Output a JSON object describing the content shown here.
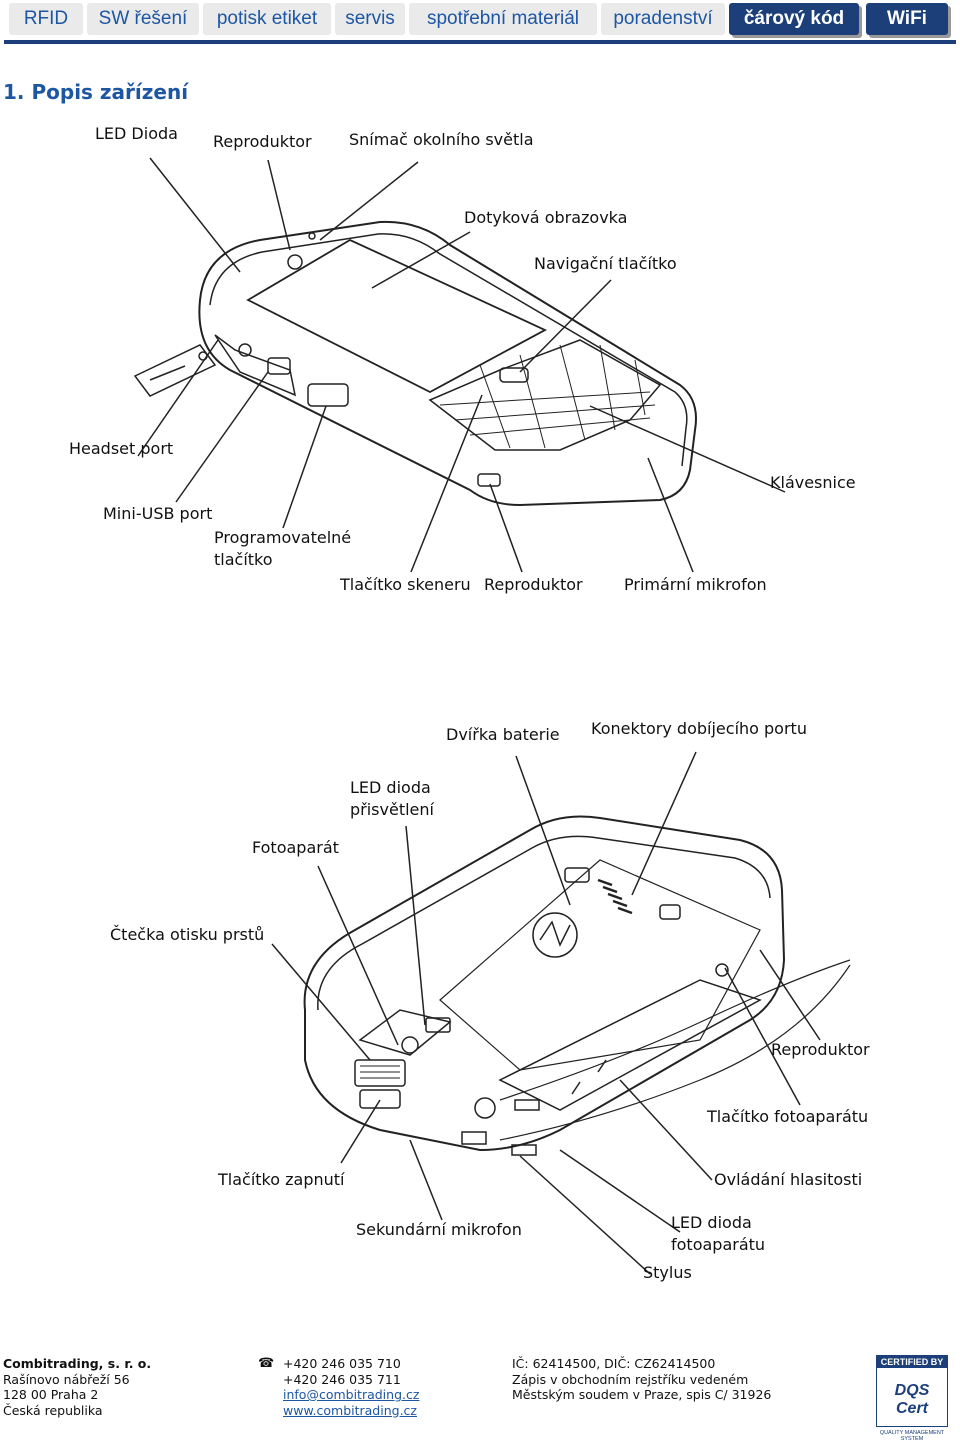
{
  "nav": {
    "tabs": [
      "RFID",
      "SW řešení",
      "potisk etiket",
      "servis",
      "spotřební materiál",
      "poradenství",
      "čárový kód",
      "WiFi"
    ]
  },
  "section_title": "1. Popis zařízení",
  "front_labels": {
    "led_dioda": "LED Dioda",
    "reproduktor_top": "Reproduktor",
    "snimac": "Snímač okolního světla",
    "dotykova": "Dotyková obrazovka",
    "navigacni": "Navigační tlačítko",
    "headset": "Headset port",
    "miniusb": "Mini-USB port",
    "prog_1": "Programovatelné",
    "prog_2": "tlačítko",
    "klavesnice": "Klávesnice",
    "skener": "Tlačítko skeneru",
    "reproduktor_bottom": "Reproduktor",
    "mikrofon": "Primární mikrofon"
  },
  "back_labels": {
    "dvirka": "Dvířka baterie",
    "konektory": "Konektory dobíjecího portu",
    "led_prisv_1": "LED dioda",
    "led_prisv_2": "přisvětlení",
    "fotoaparat": "Fotoaparát",
    "ctecka": "Čtečka otisku prstů",
    "reproduktor": "Reproduktor",
    "tl_foto": "Tlačítko fotoaparátu",
    "tl_zapnuti": "Tlačítko zapnutí",
    "hlasitost": "Ovládání hlasitosti",
    "sek_mikrofon": "Sekundární mikrofon",
    "led_foto_1": "LED dioda",
    "led_foto_2": "fotoaparátu",
    "stylus": "Stylus"
  },
  "footer": {
    "col1": [
      "Combitrading, s. r. o.",
      "Rašínovo nábřeží 56",
      "128 00 Praha 2",
      "Česká republika"
    ],
    "col2": [
      "+420 246 035 710",
      "+420 246 035 711",
      "info@combitrading.cz",
      "www.combitrading.cz"
    ],
    "col3": [
      "IČ: 62414500, DIČ: CZ62414500",
      "Zápis v obchodním rejstříku vedeném",
      "Městským soudem v Praze, spis C/ 31926"
    ],
    "cert": {
      "top": "CERTIFIED BY",
      "mid": "DQS Cert",
      "bot": "QUALITY MANAGEMENT SYSTEM"
    }
  },
  "colors": {
    "brand_blue": "#1c3f7a",
    "link_blue": "#1d56a3"
  }
}
